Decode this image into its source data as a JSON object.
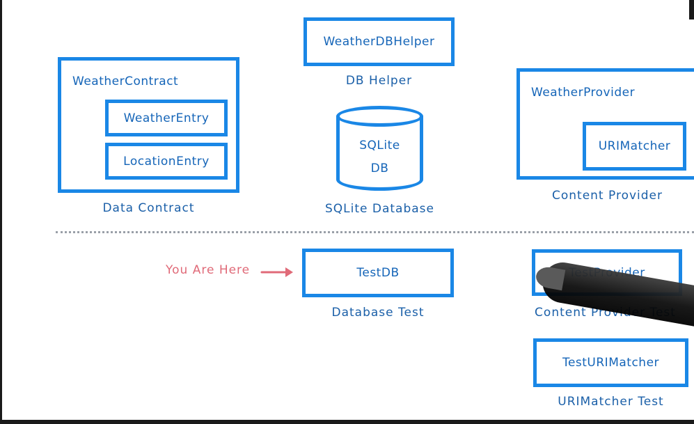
{
  "data_contract": {
    "container_title": "WeatherContract",
    "entries": [
      "WeatherEntry",
      "LocationEntry"
    ],
    "caption": "Data Contract"
  },
  "db_helper": {
    "label": "WeatherDBHelper",
    "caption": "DB Helper"
  },
  "database": {
    "line1": "SQLite",
    "line2": "DB",
    "caption": "SQLite Database"
  },
  "provider": {
    "container_title": "WeatherProvider",
    "inner": "URIMatcher",
    "caption": "Content Provider"
  },
  "tests": {
    "db_test_label": "TestDB",
    "db_test_caption": "Database Test",
    "provider_test_label": "TestProvider",
    "provider_test_caption": "Content Provider Test",
    "urimatcher_test_label": "TestURIMatcher",
    "urimatcher_test_caption": "URIMatcher Test"
  },
  "marker": {
    "label": "You Are Here",
    "color": "#e06a78"
  },
  "colors": {
    "box_border": "#1a87e6",
    "text": "#1565b8"
  }
}
